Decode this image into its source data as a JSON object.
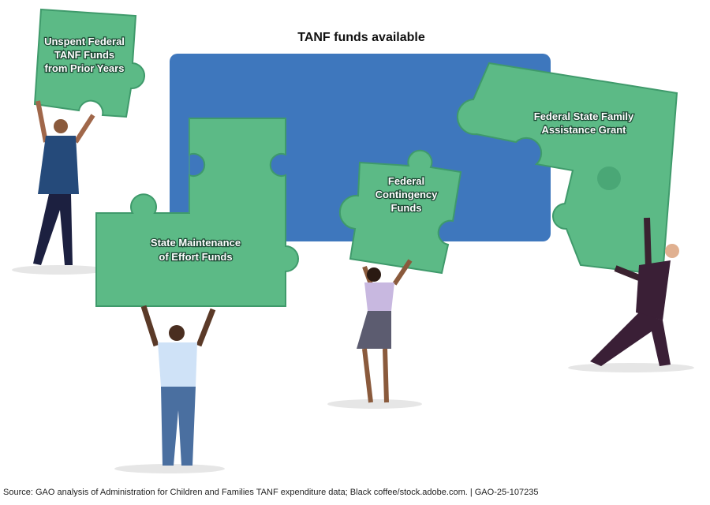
{
  "title": "TANF funds available",
  "pieces": {
    "unspent": [
      "Unspent Federal",
      "TANF Funds",
      "from Prior Years"
    ],
    "state_moe": [
      "State Maintenance",
      "of Effort Funds"
    ],
    "contingency": [
      "Federal",
      "Contingency",
      "Funds"
    ],
    "ssfa": [
      "Federal State Family",
      "Assistance Grant"
    ]
  },
  "source": "Source: GAO analysis of Administration for Children and Families TANF expenditure data; Black coffee/stock.adobe.com.  |  GAO-25-107235",
  "colors": {
    "blue": "#3e77bd",
    "green": "#5cba86",
    "green_dark": "#3f9a6b"
  }
}
